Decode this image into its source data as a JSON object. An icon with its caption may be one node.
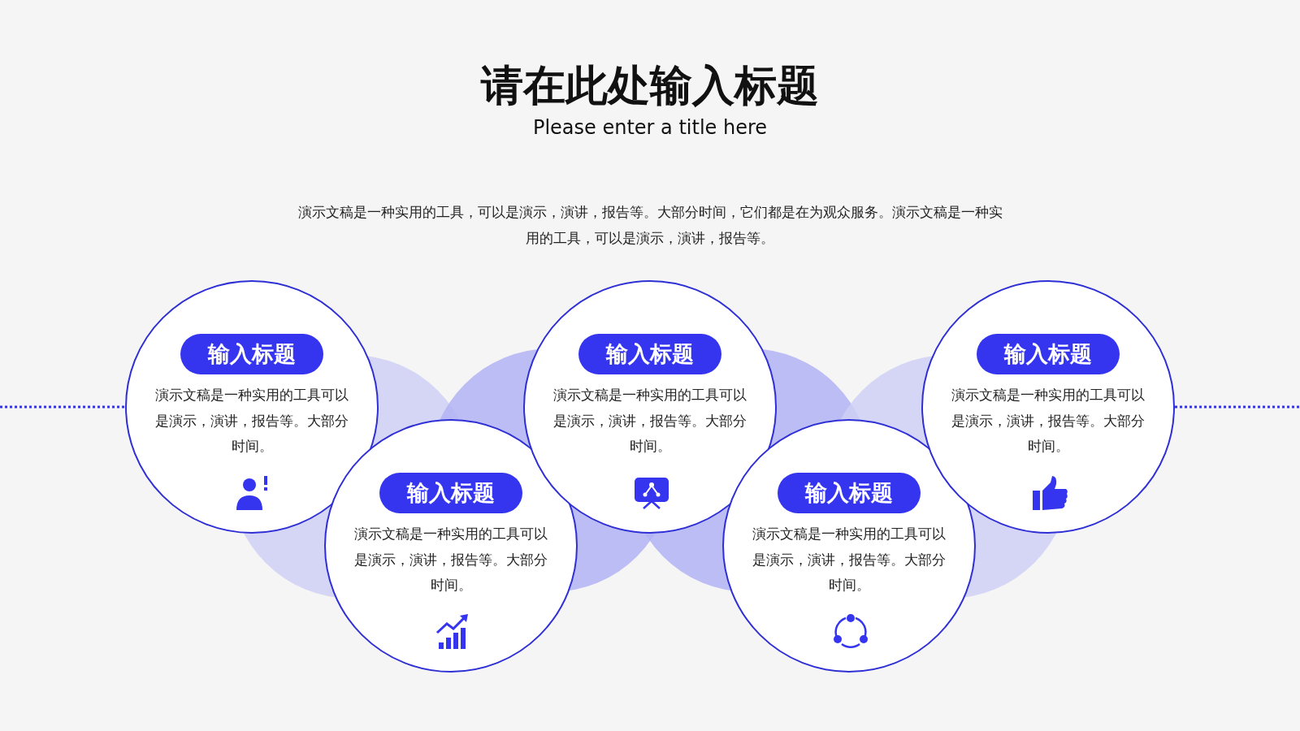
{
  "diagram": {
    "title": "请在此处输入标题",
    "nodes": [
      {
        "text": [
          "输入标题",
          "演示文稿是一种实用的工具可以是演示，演讲，报告等。大部分时间。"
        ]
      },
      {
        "text": [
          "输入标题",
          "演示文稿是一种实用的工具可以是演示，演讲，报告等。大部分时间。"
        ]
      },
      {
        "text": [
          "输入标题",
          "演示文稿是一种实用的工具可以是演示，演讲，报告等。大部分时间。"
        ]
      },
      {
        "text": [
          "输入标题",
          "演示文稿是一种实用的工具可以是演示，演讲，报告等。大部分时间。"
        ]
      },
      {
        "text": [
          "输入标题",
          "演示文稿是一种实用的工具可以是演示，演讲，报告等。大部分时间。"
        ]
      }
    ],
    "edges": [
      {
        "from": null,
        "to": 0,
        "arrow": "none",
        "style": "dashed"
      },
      {
        "from": 4,
        "to": null,
        "arrow": "none",
        "style": "dashed"
      }
    ],
    "labels": [
      "Please enter a title here",
      "演示文稿是一种实用的工具，可以是演示，演讲，报告等。大部分时间，它们都是在为观众服务。演示文稿是一种实用的工具，可以是演示，演讲，报告等。"
    ]
  }
}
